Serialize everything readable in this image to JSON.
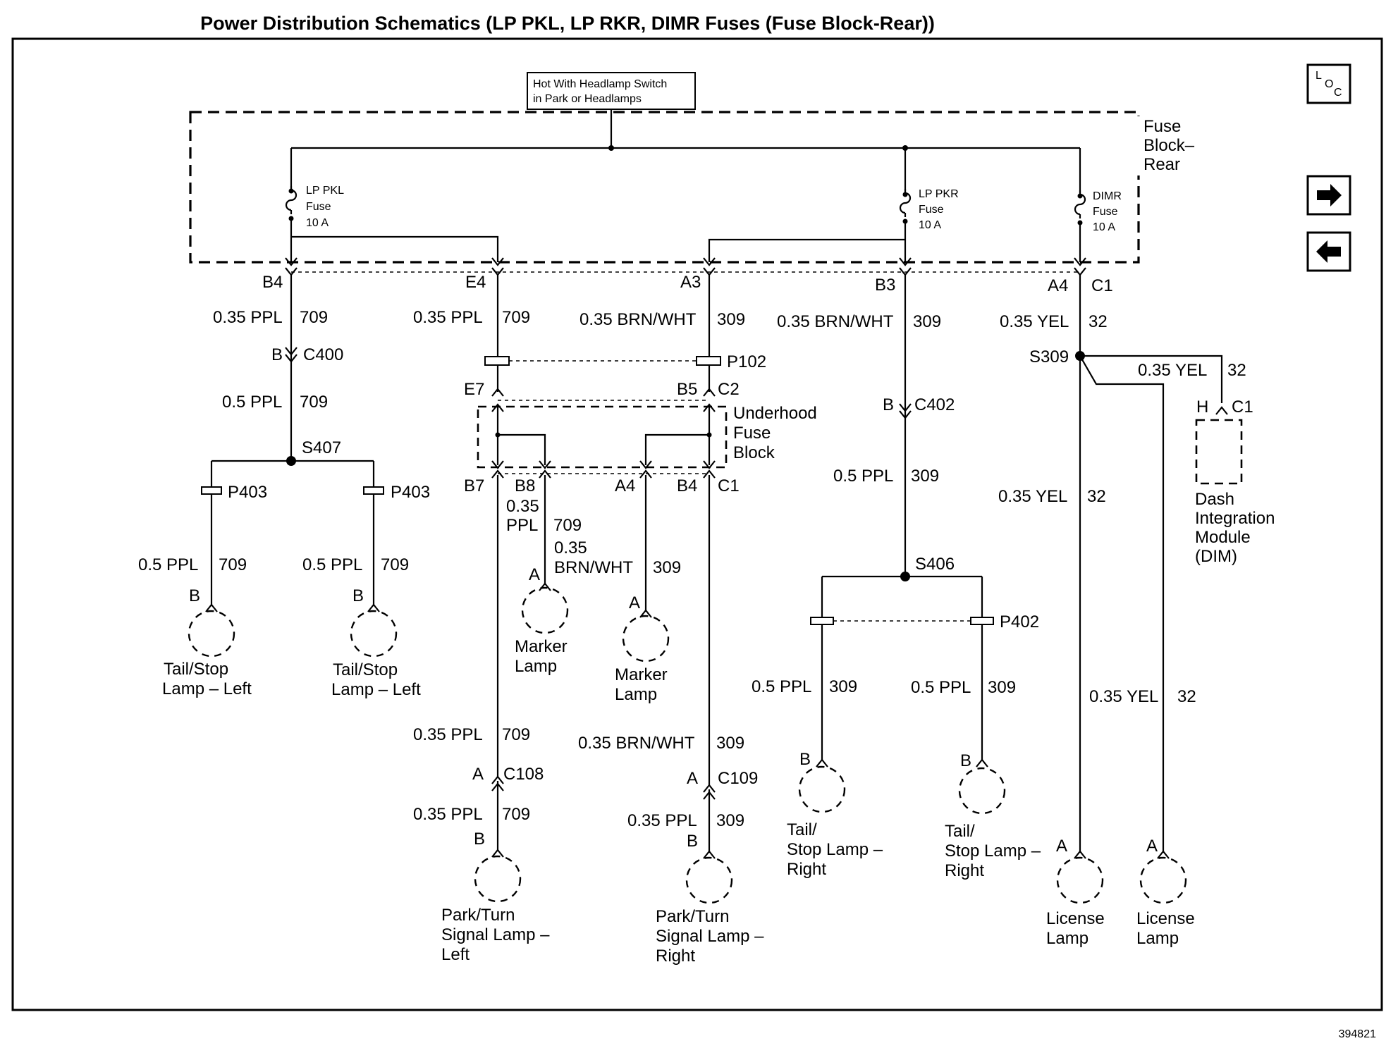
{
  "title": "Power Distribution Schematics (LP PKL, LP RKR, DIMR Fuses (Fuse Block-Rear))",
  "doc_number": "394821",
  "hot_label": [
    "Hot With Headlamp Switch",
    "in Park or Headlamps"
  ],
  "fuse_block_rear": [
    "Fuse",
    "Block–",
    "Rear"
  ],
  "underhood_fuse_block": [
    "Underhood",
    "Fuse",
    "Block"
  ],
  "fuses": {
    "lp_pkl": [
      "LP PKL",
      "Fuse",
      "10 A"
    ],
    "lp_pkr": [
      "LP PKR",
      "Fuse",
      "10 A"
    ],
    "dimr": [
      "DIMR",
      "Fuse",
      "10 A"
    ]
  },
  "nav": {
    "loc_icon": "location-icon",
    "next_icon": "arrow-right-icon",
    "prev_icon": "arrow-left-icon",
    "loc": [
      "L",
      "O",
      "C"
    ]
  },
  "terminals": {
    "b4": "B4",
    "e4": "E4",
    "a3": "A3",
    "b3": "B3",
    "a4": "A4",
    "c1": "C1",
    "e7": "E7",
    "b5": "B5",
    "c2": "C2",
    "b7": "B7",
    "b8": "B8",
    "a4u": "A4",
    "b4u": "B4",
    "c1u": "C1"
  },
  "connectors": {
    "c400": "C400",
    "c402": "C402",
    "c108": "C108",
    "c109": "C109",
    "p102": "P102",
    "p403": "P403",
    "p402": "P402",
    "s407": "S407",
    "s406": "S406",
    "s309": "S309",
    "b": "B",
    "a": "A",
    "h": "H"
  },
  "wires": {
    "ppl035": "0.35 PPL",
    "ppl05": "0.5 PPL",
    "brnwht035": "0.35 BRN/WHT",
    "yel035": "0.35 YEL",
    "c709": "709",
    "c309": "309",
    "c32": "32",
    "n035": "0.35",
    "ppl": "PPL",
    "brnwht": "BRN/WHT"
  },
  "components": {
    "tail_stop_left": [
      "Tail/Stop",
      "Lamp – Left"
    ],
    "marker_lamp": [
      "Marker",
      "Lamp"
    ],
    "park_turn_left": [
      "Park/Turn",
      "Signal Lamp –",
      "Left"
    ],
    "park_turn_right": [
      "Park/Turn",
      "Signal Lamp –",
      "Right"
    ],
    "tail_stop_right": [
      "Tail/",
      "Stop Lamp –",
      "Right"
    ],
    "license_lamp": [
      "License",
      "Lamp"
    ],
    "dim": [
      "Dash",
      "Integration",
      "Module",
      "(DIM)"
    ]
  }
}
